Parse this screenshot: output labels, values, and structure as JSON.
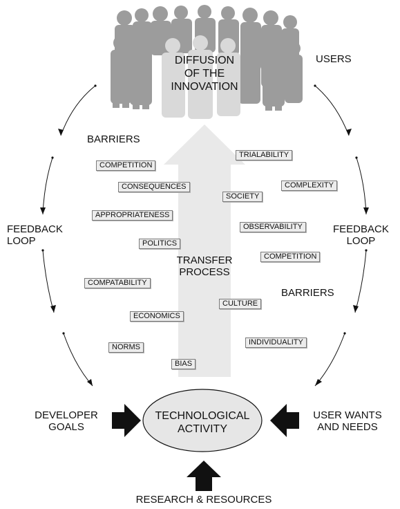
{
  "diffusion": {
    "line1": "DIFFUSION",
    "line2": "OF THE",
    "line3": "INNOVATION"
  },
  "users": "USERS",
  "barriers_top": "BARRIERS",
  "barriers_bottom": "BARRIERS",
  "feedback_left": {
    "line1": "FEEDBACK",
    "line2": "LOOP"
  },
  "feedback_right": {
    "line1": "FEEDBACK",
    "line2": "LOOP"
  },
  "transfer": {
    "line1": "TRANSFER",
    "line2": "PROCESS"
  },
  "tech": {
    "line1": "TECHNOLOGICAL",
    "line2": "ACTIVITY"
  },
  "developer": {
    "line1": "DEVELOPER",
    "line2": "GOALS"
  },
  "user_wants": {
    "line1": "USER WANTS",
    "line2": "AND NEEDS"
  },
  "research": "RESEARCH & RESOURCES",
  "barrier_tags": [
    "COMPETITION",
    "CONSEQUENCES",
    "APPROPRIATENESS",
    "POLITICS",
    "COMPATABILITY",
    "ECONOMICS",
    "NORMS",
    "BIAS",
    "TRIALABILITY",
    "COMPLEXITY",
    "SOCIETY",
    "OBSERVABILITY",
    "COMPETITION",
    "CULTURE",
    "INDIVIDUALITY"
  ]
}
